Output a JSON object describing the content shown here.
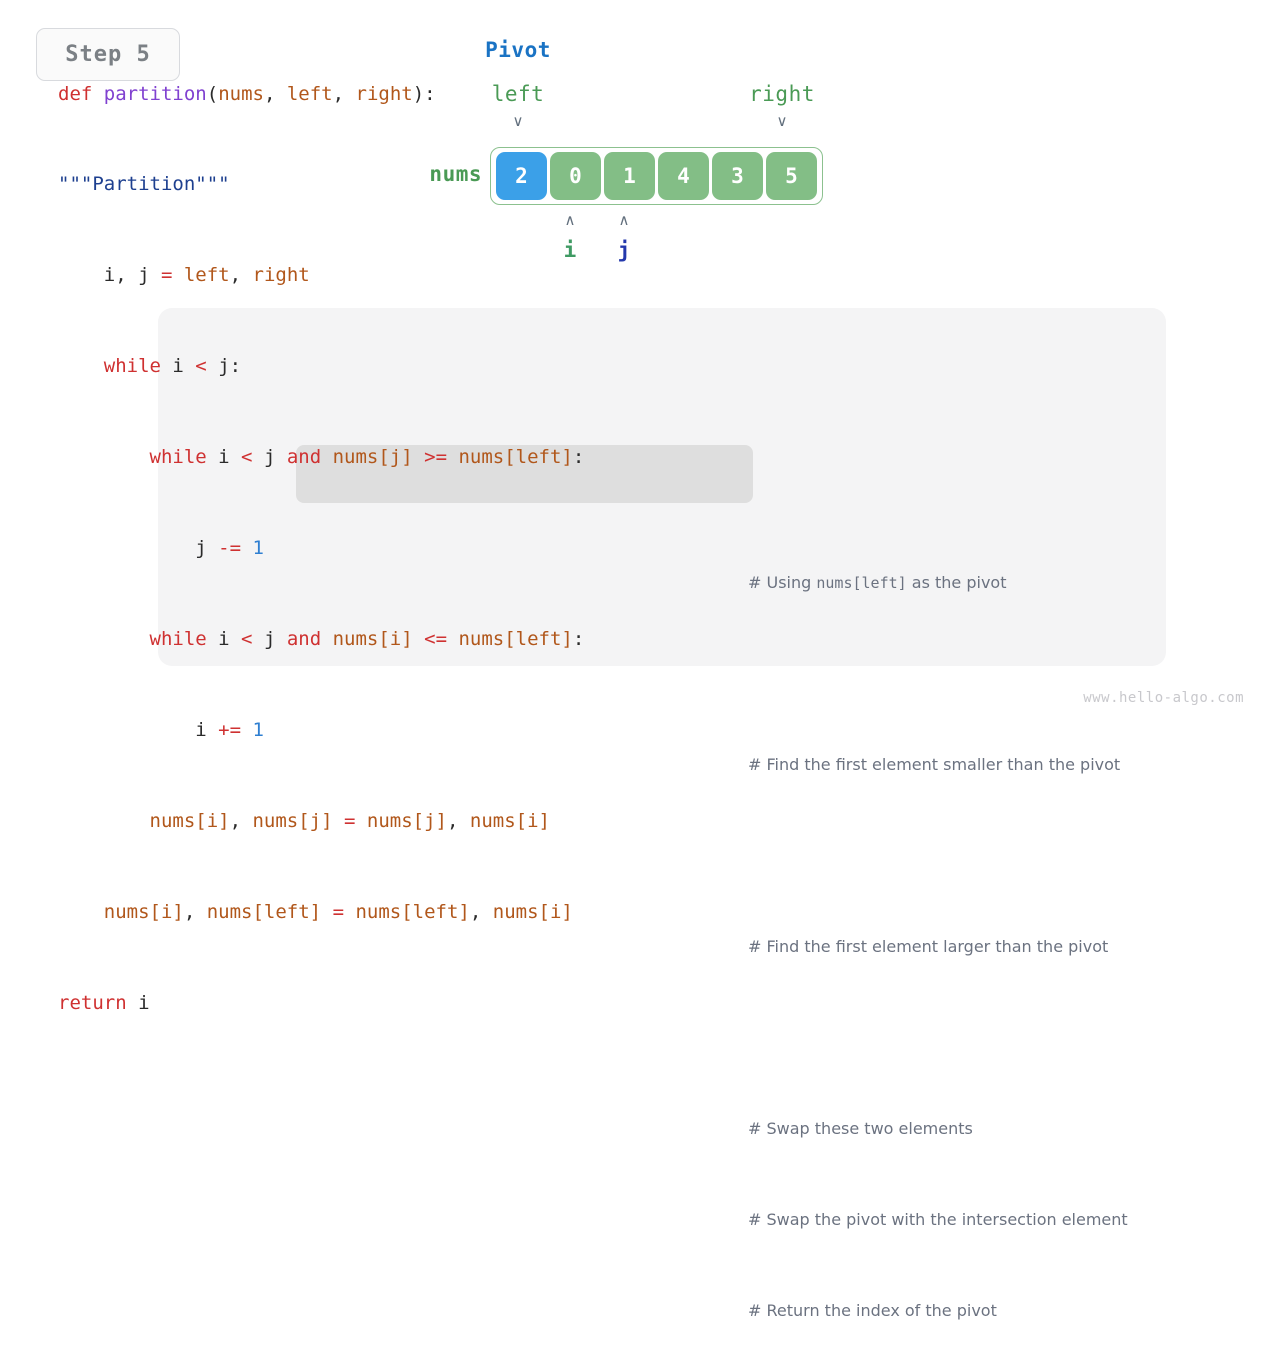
{
  "step_badge": {
    "label": "Step 5"
  },
  "diagram": {
    "pivot_label": "Pivot",
    "left_label": "left",
    "right_label": "right",
    "chevron_glyph": "∨",
    "caret_glyph": "∧",
    "array_name": "nums",
    "cells": [
      {
        "value": "2",
        "state": "pivot"
      },
      {
        "value": "0",
        "state": "normal"
      },
      {
        "value": "1",
        "state": "normal"
      },
      {
        "value": "4",
        "state": "normal"
      },
      {
        "value": "3",
        "state": "normal"
      },
      {
        "value": "5",
        "state": "normal"
      }
    ],
    "pointers": [
      {
        "name": "i",
        "index": 1,
        "color": "#3f9a63"
      },
      {
        "name": "j",
        "index": 2,
        "color": "#2438ac"
      }
    ],
    "colors": {
      "pivot_cell": "#3ba0e8",
      "normal_cell": "#83be86",
      "array_border": "#8cc18f",
      "pivot_text": "#1a73c4",
      "bound_text": "#4a9a55"
    }
  },
  "code": {
    "language": "python",
    "lines": [
      "def partition(nums, left, right):",
      "\"\"\"Partition\"\"\"",
      "    i, j = left, right",
      "    while i < j:",
      "        while i < j and nums[j] >= nums[left]:",
      "            j -= 1",
      "        while i < j and nums[i] <= nums[left]:",
      "            i += 1",
      "        nums[i], nums[j] = nums[j], nums[i]",
      "    nums[i], nums[left] = nums[left], nums[i]",
      "return i"
    ],
    "highlighted_lines": [
      4,
      5
    ],
    "comments": [
      "",
      "",
      "# Using nums[left] as the pivot",
      "",
      "# Find the first element smaller than the pivot",
      "",
      "# Find the first element larger than the pivot",
      "",
      "# Swap these two elements",
      "# Swap the pivot with the intersection element",
      "# Return the index of the pivot"
    ],
    "comment_texts": {
      "pivot_usage_pre": "# Using ",
      "pivot_usage_mono": "nums[left]",
      "pivot_usage_post": " as the pivot",
      "find_smaller": "# Find the first element smaller than the pivot",
      "find_larger": "# Find the first element larger than the pivot",
      "swap_two": "# Swap these two elements",
      "swap_pivot": "# Swap the pivot with the intersection element",
      "return_index": "# Return the index of the pivot"
    }
  },
  "watermark": {
    "text": "www.hello-algo.com"
  }
}
